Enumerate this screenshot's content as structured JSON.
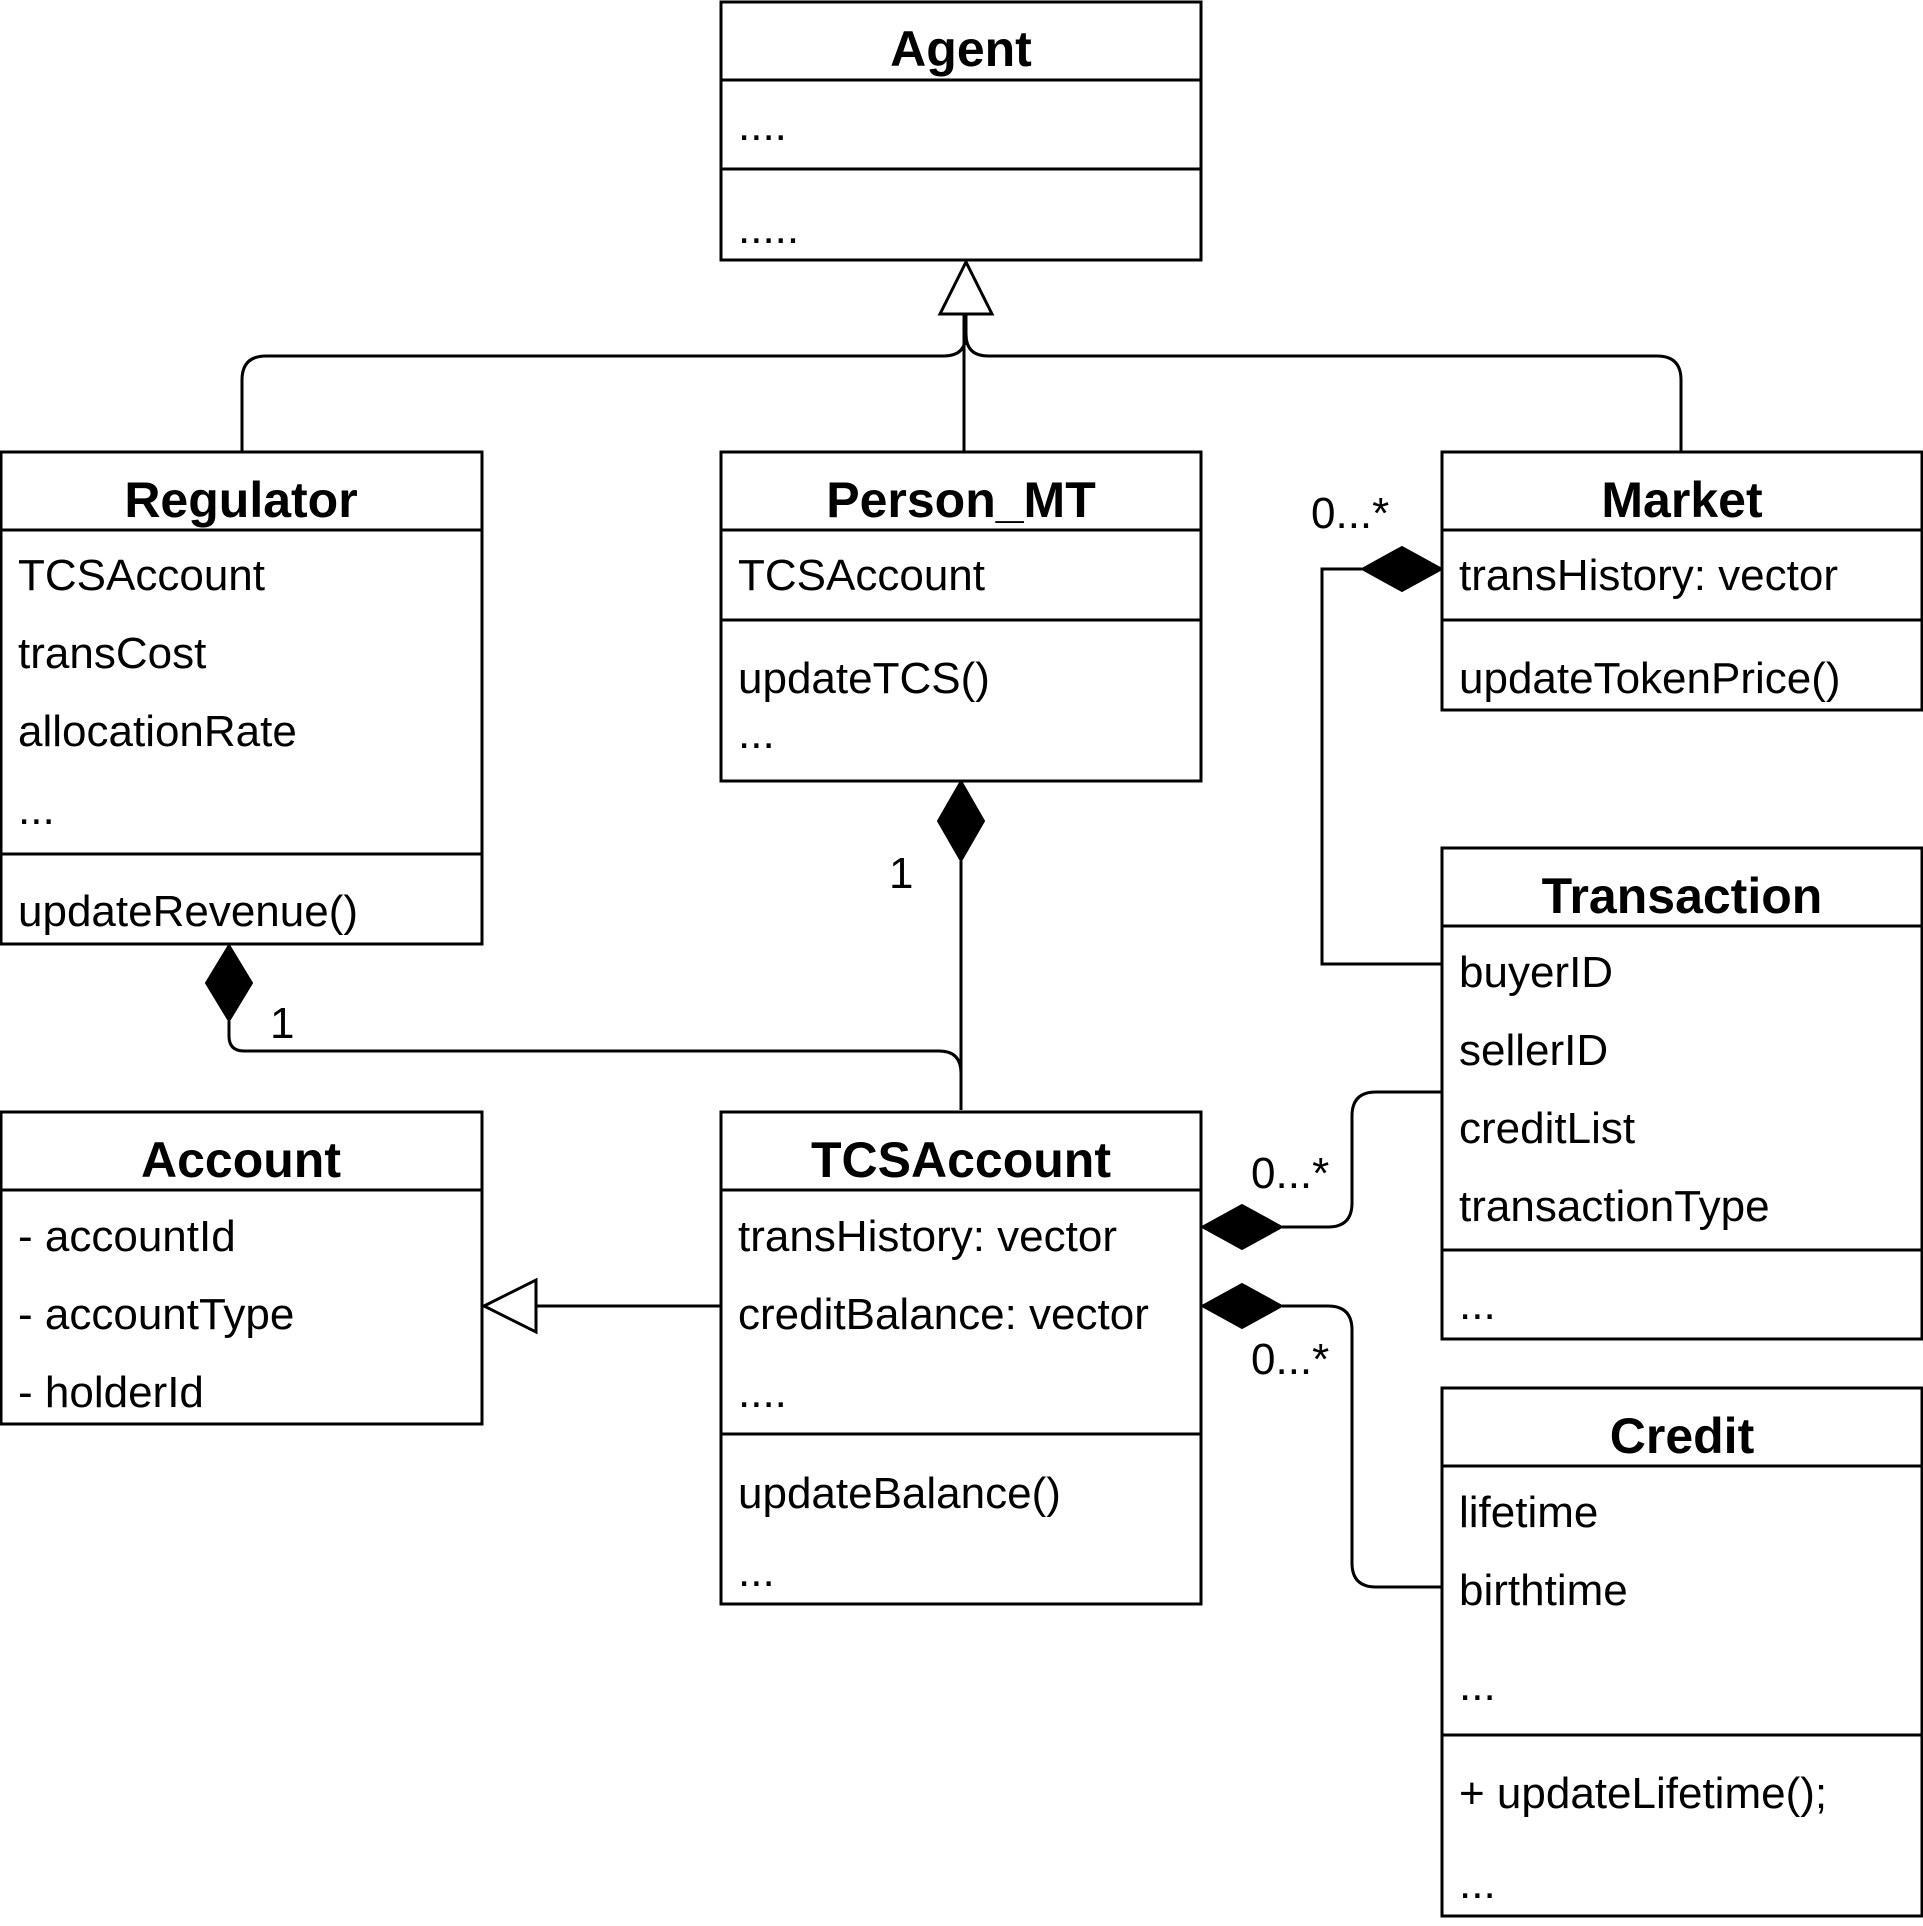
{
  "classes": {
    "agent": {
      "name": "Agent",
      "attributes": [
        "...."
      ],
      "methods": [
        "....."
      ]
    },
    "regulator": {
      "name": "Regulator",
      "attributes": [
        "TCSAccount",
        "transCost",
        "allocationRate",
        "..."
      ],
      "methods": [
        "updateRevenue()"
      ]
    },
    "person_mt": {
      "name": "Person_MT",
      "attributes": [
        "TCSAccount"
      ],
      "methods": [
        "updateTCS()",
        "..."
      ]
    },
    "market": {
      "name": "Market",
      "attributes": [
        "transHistory: vector"
      ],
      "methods": [
        "updateTokenPrice()"
      ]
    },
    "transaction": {
      "name": "Transaction",
      "attributes": [
        "buyerID",
        "sellerID",
        "creditList",
        "transactionType"
      ],
      "methods": [
        "..."
      ]
    },
    "account": {
      "name": "Account",
      "attributes": [
        "- accountId",
        "- accountType",
        "- holderId"
      ],
      "methods": []
    },
    "tcsaccount": {
      "name": "TCSAccount",
      "attributes": [
        "transHistory: vector",
        "creditBalance: vector",
        "...."
      ],
      "methods": [
        "updateBalance()",
        "..."
      ]
    },
    "credit": {
      "name": "Credit",
      "attributes": [
        "lifetime",
        "birthtime",
        "..."
      ],
      "methods": [
        "+ updateLifetime();",
        "..."
      ]
    }
  },
  "multiplicities": {
    "person_to_tcs": "1",
    "regulator_to_tcs": "1",
    "market_transactions": "0...*",
    "tcs_transactions": "0...*",
    "tcs_credits": "0...*"
  },
  "relations": {
    "generalization_agent": [
      "Regulator",
      "Person_MT",
      "Market"
    ],
    "generalization_account": [
      "TCSAccount"
    ],
    "composition": [
      [
        "Person_MT",
        "TCSAccount"
      ],
      [
        "Regulator",
        "TCSAccount"
      ],
      [
        "Market",
        "Transaction"
      ],
      [
        "TCSAccount",
        "Transaction"
      ],
      [
        "TCSAccount",
        "Credit"
      ]
    ]
  }
}
